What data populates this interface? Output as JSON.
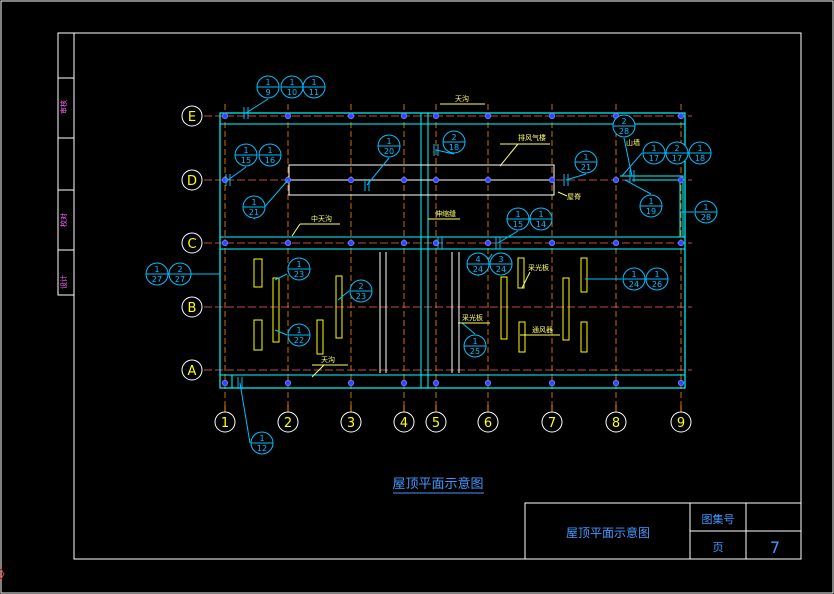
{
  "drawing_title": "屋顶平面示意图",
  "title_block": {
    "title": "屋顶平面示意图",
    "atlas_label": "图集号",
    "atlas_value": "",
    "page_label": "页",
    "page_value": "7"
  },
  "side_strip": [
    "审核",
    "校对",
    "设计"
  ],
  "grid_axes": {
    "columns": [
      "1",
      "2",
      "3",
      "4",
      "5",
      "6",
      "7",
      "8",
      "9"
    ],
    "rows": [
      "E",
      "D",
      "C",
      "B",
      "A"
    ]
  },
  "labels": {
    "gutter_top": "天沟",
    "vent_hood": "排风气楼",
    "hip": "屋脊",
    "mid_gutter": "中天沟",
    "expansion_joint": "伸缩缝",
    "skylight_right": "采光板",
    "skylight_left": "采光板",
    "ventilator": "通风器",
    "gutter_bottom": "天沟",
    "gable": "山墙"
  },
  "detail_refs": [
    {
      "num": "1",
      "sheet": "9"
    },
    {
      "num": "1",
      "sheet": "10"
    },
    {
      "num": "1",
      "sheet": "11"
    },
    {
      "num": "1",
      "sheet": "20"
    },
    {
      "num": "2",
      "sheet": "18"
    },
    {
      "num": "2",
      "sheet": "28"
    },
    {
      "num": "1",
      "sheet": "15"
    },
    {
      "num": "1",
      "sheet": "16"
    },
    {
      "num": "1",
      "sheet": "21"
    },
    {
      "num": "1",
      "sheet": "17"
    },
    {
      "num": "2",
      "sheet": "17"
    },
    {
      "num": "1",
      "sheet": "18"
    },
    {
      "num": "1",
      "sheet": "21"
    },
    {
      "num": "1",
      "sheet": "19"
    },
    {
      "num": "1",
      "sheet": "28"
    },
    {
      "num": "1",
      "sheet": "15"
    },
    {
      "num": "1",
      "sheet": "14"
    },
    {
      "num": "1",
      "sheet": "27"
    },
    {
      "num": "2",
      "sheet": "27"
    },
    {
      "num": "1",
      "sheet": "23"
    },
    {
      "num": "4",
      "sheet": "24"
    },
    {
      "num": "3",
      "sheet": "24"
    },
    {
      "num": "1",
      "sheet": "24"
    },
    {
      "num": "1",
      "sheet": "26"
    },
    {
      "num": "2",
      "sheet": "23"
    },
    {
      "num": "1",
      "sheet": "22"
    },
    {
      "num": "1",
      "sheet": "25"
    },
    {
      "num": "1",
      "sheet": "12"
    }
  ],
  "colors": {
    "background": "#000000",
    "frame": "#ffffff",
    "roof_outline": "#00ffff",
    "axis_line": "#ff6060",
    "dim_line": "#ff8c00",
    "bubble": "#ffff00",
    "detail": "#00bfff",
    "label": "#ffff66",
    "node": "#3344ff"
  }
}
